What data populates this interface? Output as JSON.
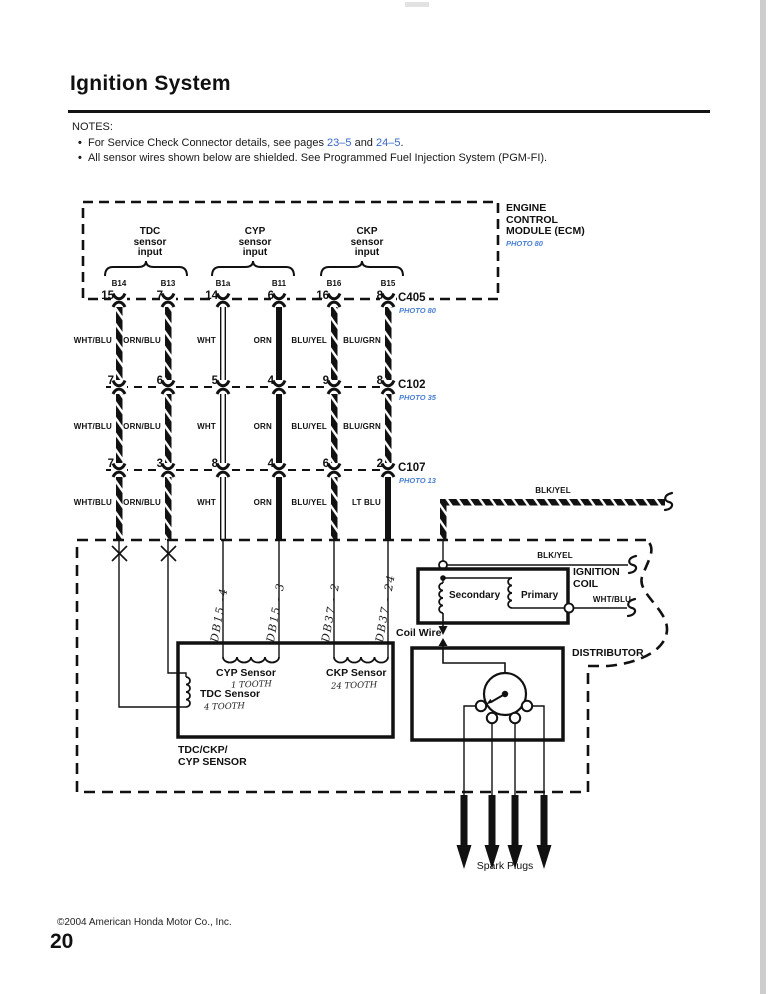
{
  "page": {
    "title": "Ignition System",
    "copyright": "©2004 American Honda Motor Co., Inc.",
    "page_number": "20"
  },
  "colors": {
    "link_blue": "#3a66c8",
    "photo_blue": "#4a7fd4",
    "ink": "#111111"
  },
  "notes": {
    "label": "NOTES:",
    "item1": {
      "prefix": "For Service Check Connector details, see pages ",
      "link1": "23–5",
      "mid": " and ",
      "link2": "24–5",
      "suffix": "."
    },
    "item2": "All sensor wires shown below are shielded. See Programmed Fuel Injection System (PGM-FI)."
  },
  "ecm": {
    "label": "ENGINE\nCONTROL\nMODULE (ECM)",
    "photo": "PHOTO 80"
  },
  "sensor_inputs": [
    {
      "label": "TDC\nsensor\ninput"
    },
    {
      "label": "CYP\nsensor\ninput"
    },
    {
      "label": "CKP\nsensor\ninput"
    }
  ],
  "connectors": [
    {
      "name": "C405",
      "photo": "PHOTO 80"
    },
    {
      "name": "C102",
      "photo": "PHOTO 35"
    },
    {
      "name": "C107",
      "photo": "PHOTO 13"
    }
  ],
  "columns": [
    {
      "b": "B14",
      "pins": [
        "15",
        "7",
        "7"
      ],
      "colors": [
        "WHT/BLU",
        "WHT/BLU",
        "WHT/BLU"
      ]
    },
    {
      "b": "B13",
      "pins": [
        "7",
        "6",
        "3"
      ],
      "colors": [
        "ORN/BLU",
        "ORN/BLU",
        "ORN/BLU"
      ]
    },
    {
      "b": "B1a",
      "pins": [
        "14",
        "5",
        "8"
      ],
      "colors": [
        "WHT",
        "WHT",
        "WHT"
      ]
    },
    {
      "b": "B11",
      "pins": [
        "6",
        "4",
        "4"
      ],
      "colors": [
        "ORN",
        "ORN",
        "ORN"
      ]
    },
    {
      "b": "B16",
      "pins": [
        "16",
        "9",
        "6"
      ],
      "colors": [
        "BLU/YEL",
        "BLU/YEL",
        "BLU/YEL"
      ]
    },
    {
      "b": "B15",
      "pins": [
        "8",
        "8",
        "2"
      ],
      "colors": [
        "BLU/GRN",
        "BLU/GRN",
        "LT BLU"
      ]
    }
  ],
  "wires": {
    "blkyel_thick": "BLK/YEL",
    "blkyel_thin": "BLK/YEL",
    "whtblu_out": "WHT/BLU"
  },
  "coil": {
    "label": "IGNITION\nCOIL",
    "secondary": "Secondary",
    "primary": "Primary",
    "coil_wire": "Coil Wire"
  },
  "distributor": {
    "label": "DISTRIBUTOR",
    "spark_plugs": "Spark Plugs"
  },
  "sensors": {
    "box_label": "TDC/CKP/\nCYP SENSOR",
    "cyp": "CYP Sensor",
    "cyp_note": "1 TOOTH",
    "tdc": "TDC Sensor",
    "tdc_note": "4 TOOTH",
    "ckp": "CKP Sensor",
    "ckp_note": "24 TOOTH",
    "handwritten": [
      "DB15 -4",
      "DB15 - 3",
      "DB37 - 2",
      "DB37 - 24"
    ]
  }
}
